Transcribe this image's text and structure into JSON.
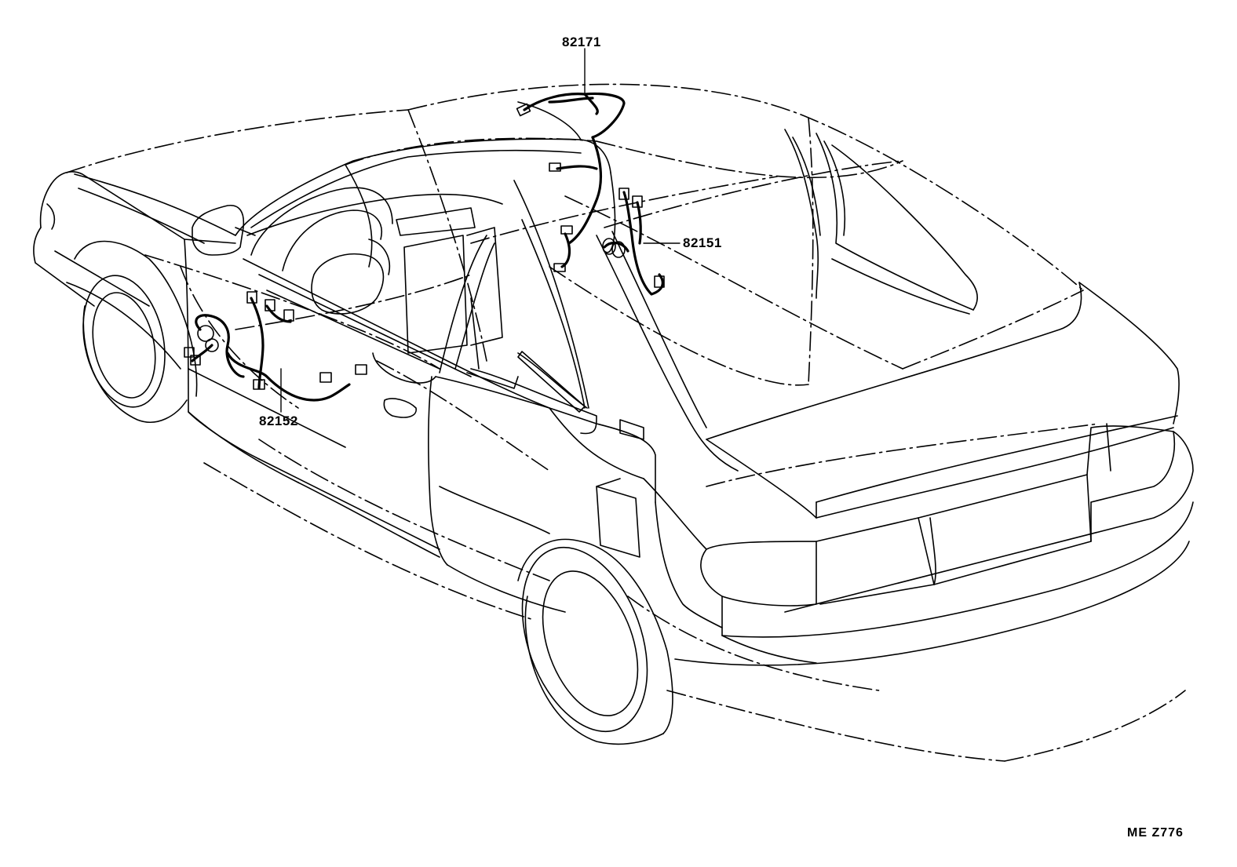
{
  "diagram": {
    "callouts": [
      {
        "id": "82171",
        "label": "82171"
      },
      {
        "id": "82151",
        "label": "82151"
      },
      {
        "id": "82152",
        "label": "82152"
      }
    ],
    "drawing_code": "ME  Z776"
  }
}
